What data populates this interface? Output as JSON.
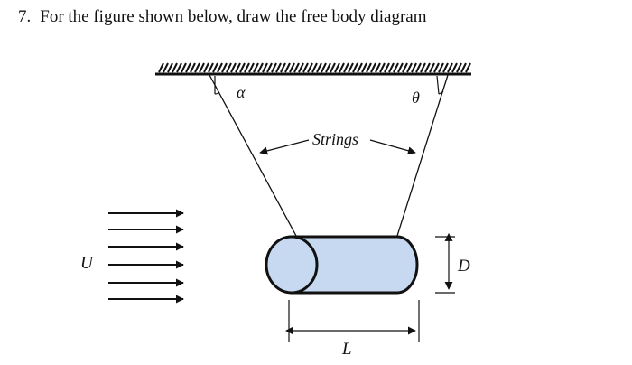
{
  "question": {
    "number": "7.",
    "text": "For the figure shown below, draw the free body diagram"
  },
  "figure": {
    "angle_left_label": "α",
    "angle_right_label": "θ",
    "strings_label": "Strings",
    "flow_label": "U",
    "diameter_label": "D",
    "length_label": "L",
    "cylinder_fill": "#c6d9f0",
    "stroke_color": "#111111"
  }
}
